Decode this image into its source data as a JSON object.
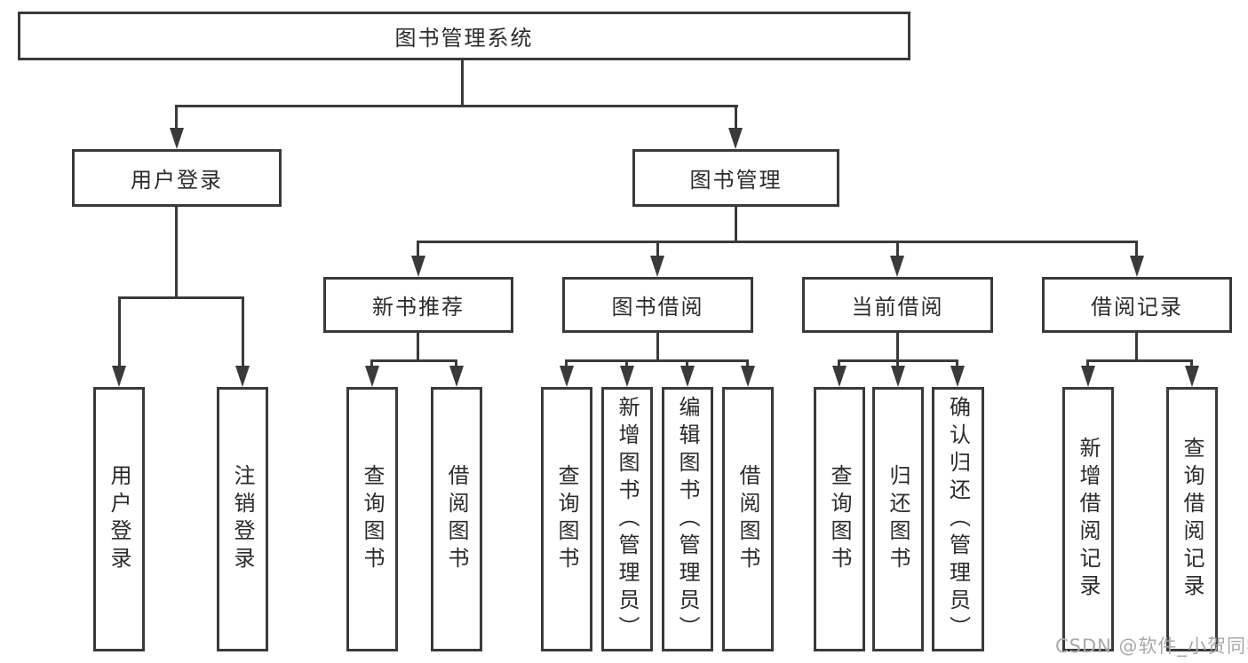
{
  "diagram": {
    "title": "图书管理系统",
    "watermark": "CSDN @软件_小贺同学",
    "colors": {
      "line": "#3a3a3a",
      "text": "#2b2b2b",
      "watermark": "#a9a9a9",
      "background": "#ffffff"
    },
    "level2": {
      "user_login": "用户登录",
      "book_management": "图书管理"
    },
    "level3": {
      "new_book_recommend": "新书推荐",
      "book_borrowing": "图书借阅",
      "current_borrowing": "当前借阅",
      "borrowing_records": "借阅记录"
    },
    "leaves": {
      "user_login": "用户登录",
      "logout_login": "注销登录",
      "recommend_query_books": "查询图书",
      "recommend_borrow_books": "借阅图书",
      "borrowing_query_books": "查询图书",
      "borrowing_add_books": "新增图书（管理员）",
      "borrowing_edit_books": "编辑图书（管理员）",
      "borrowing_borrow_books": "借阅图书",
      "current_query_books": "查询图书",
      "current_return_books": "归还图书",
      "current_confirm_return": "确认归还（管理员）",
      "records_add_record": "新增借阅记录",
      "records_query_record": "查询借阅记录"
    }
  }
}
